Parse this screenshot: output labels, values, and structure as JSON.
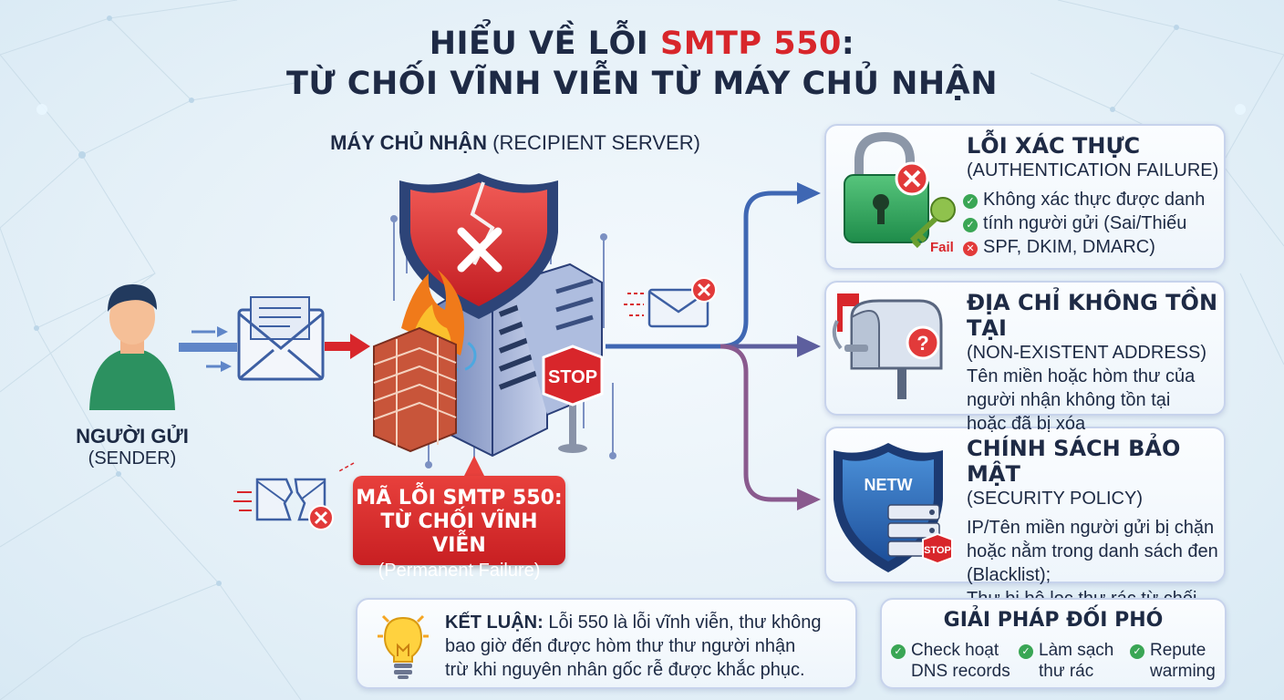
{
  "title": {
    "line1_prefix": "HIỂU VỀ LỖI ",
    "line1_highlight": "SMTP 550",
    "line1_suffix": ":",
    "line2": "TỪ CHỐI VĨNH VIỄN TỪ MÁY CHỦ NHẬN"
  },
  "server": {
    "label_bold": "MÁY CHỦ NHẬN",
    "label_rest": " (RECIPIENT SERVER)",
    "stop_sign": "STOP"
  },
  "sender": {
    "name": "NGƯỜI GỬI",
    "name_en": "(SENDER)"
  },
  "error_box": {
    "line1": "MÃ LỖI SMTP 550:",
    "line2": "TỪ CHỐI VĨNH VIỄN",
    "line3": "(Permanent Failure)"
  },
  "causes": [
    {
      "title": "LỖI XÁC THỰC",
      "subtitle": "(AUTHENTICATION FAILURE)",
      "icon_label": "Fail",
      "lines": [
        "Không xác thực được danh",
        "tính người gửi (Sai/Thiếu",
        "SPF, DKIM, DMARC)"
      ]
    },
    {
      "title": "ĐỊA CHỈ KHÔNG TỒN TẠI",
      "subtitle": "(NON-EXISTENT ADDRESS)",
      "lines": [
        "Tên miền hoặc hòm thư của",
        "người nhận không tồn tại",
        "hoặc đã bị xóa"
      ]
    },
    {
      "title": "CHÍNH SÁCH BẢO MẬT",
      "subtitle": "(SECURITY POLICY)",
      "icon_label": "NETW",
      "icon_stop": "STOP",
      "lines": [
        "IP/Tên miền người gửi bị chặn",
        "hoặc nằm trong danh sách đen",
        "(Blacklist);",
        "Thư bị bộ lọc thư rác từ chối"
      ]
    }
  ],
  "conclusion": {
    "label": "KẾT LUẬN:",
    "text1": " Lỗi 550 là lỗi vĩnh viễn, thư không",
    "text2": "bao giờ đến được hòm thư thư người nhận",
    "text3": "trừ khi nguyên nhân gốc rễ được khắc phục."
  },
  "solutions": {
    "title": "GIẢI PHÁP ĐỐI PHÓ",
    "items": [
      {
        "line1": "Check hoạt",
        "line2": "DNS records"
      },
      {
        "line1": "Làm sạch",
        "line2": "thư rác"
      },
      {
        "line1": "Repute",
        "line2": "warming"
      }
    ]
  },
  "colors": {
    "accent_red": "#d8262b",
    "flow_blue": "#3f67b3",
    "flow_purple": "#8a5a8e",
    "check_green": "#3aa655"
  }
}
